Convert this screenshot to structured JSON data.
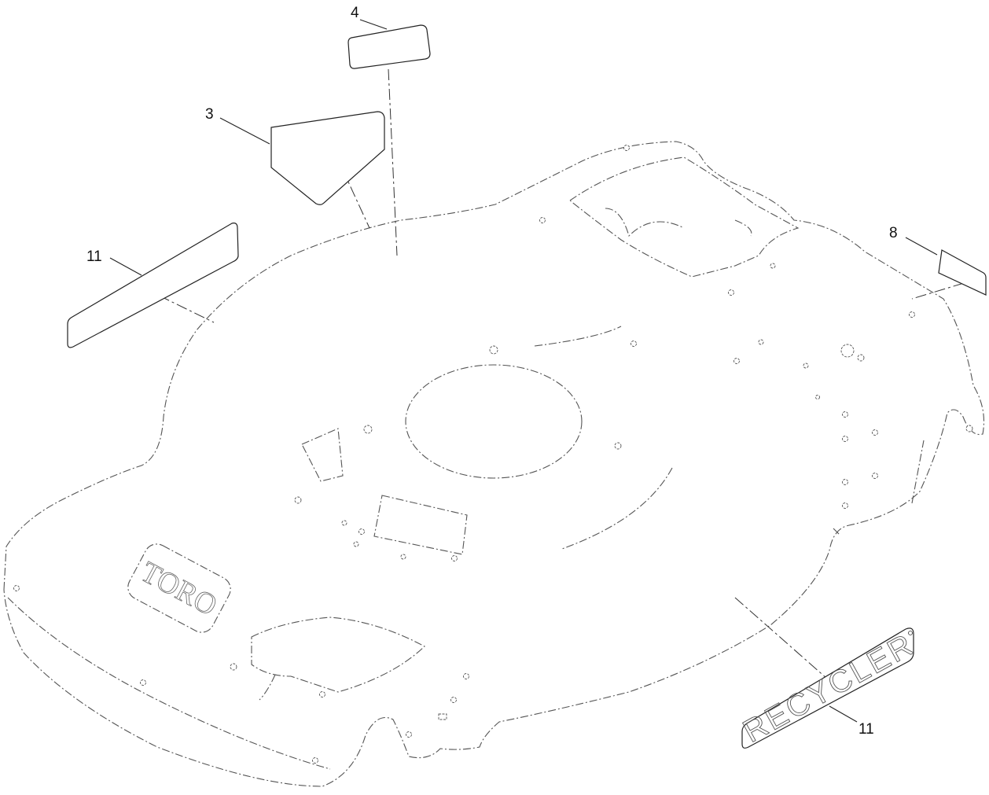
{
  "diagram": {
    "callouts": [
      {
        "id": "decal-top-center",
        "label": "4"
      },
      {
        "id": "decal-triangle",
        "label": "3"
      },
      {
        "id": "decal-left-strip",
        "label": "11"
      },
      {
        "id": "decal-right-small",
        "label": "8"
      },
      {
        "id": "decal-recycler",
        "label": "11"
      }
    ],
    "logos": {
      "deck_logo": "TORO",
      "recycler_decal": "RECYCLER"
    },
    "line_color": "#222222"
  }
}
